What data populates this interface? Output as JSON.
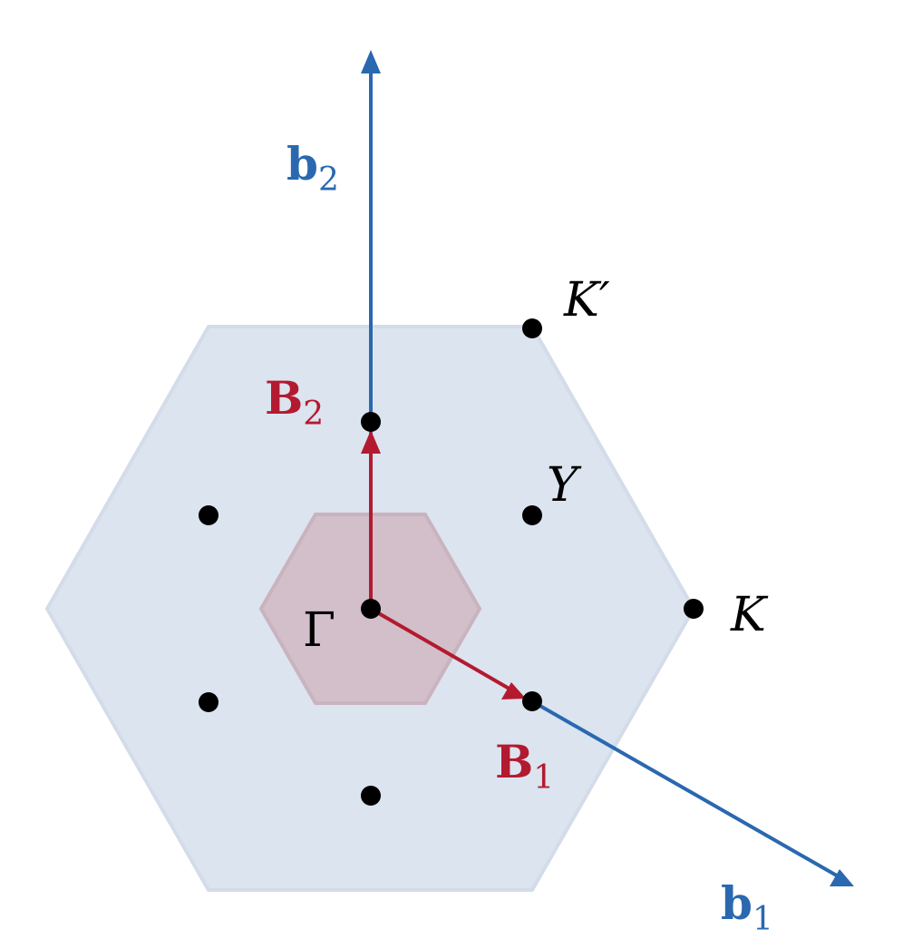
{
  "colors": {
    "outer_bz_fill": "#dbe4ef",
    "outer_bz_stroke": "#d3dce8",
    "inner_bz_fill": "#d2bfca",
    "inner_bz_stroke": "#c9b3bf",
    "blue_vector": "#2a68b0",
    "red_vector": "#b31a30",
    "point": "#000000",
    "text": "#000000"
  },
  "labels": {
    "b1": {
      "main": "b",
      "sub": "1"
    },
    "b2": {
      "main": "b",
      "sub": "2"
    },
    "B1": {
      "main": "B",
      "sub": "1"
    },
    "B2": {
      "main": "B",
      "sub": "2"
    },
    "gamma": "Γ",
    "Y": "Y",
    "K": "K",
    "Kprime": "K′"
  }
}
